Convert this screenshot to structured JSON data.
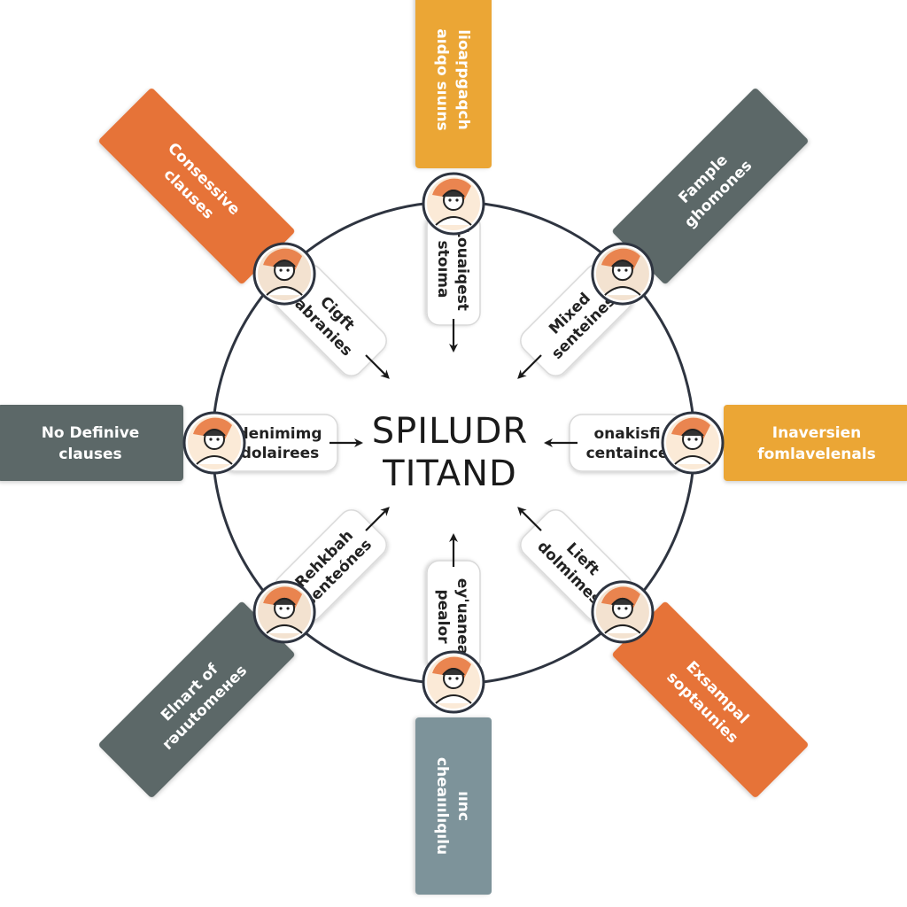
{
  "center": {
    "title_line1": "SPILUDR",
    "title_line2": "TITAND"
  },
  "colors": {
    "orange": "#E67338",
    "yellow": "#EBA636",
    "gray": "#5C6867",
    "slate": "#7D939A",
    "ring": "#2E3440",
    "arrow": "#1a1a1a"
  },
  "branches": [
    {
      "id": "top",
      "color": "yellow",
      "outer_lines": [
        "lioaṛpgaqch",
        "aıdqo sıuıns"
      ],
      "inner_lines": [
        "Louaiqest",
        "stoıma"
      ],
      "icon": "person-icon"
    },
    {
      "id": "top-right",
      "color": "gray",
      "outer_lines": [
        "Fample",
        "ghomones"
      ],
      "inner_lines": [
        "Mixed",
        "senteines"
      ],
      "icon": "person-icon"
    },
    {
      "id": "right",
      "color": "yellow",
      "outer_lines": [
        "Inaversien",
        "fomlavelenals"
      ],
      "inner_lines": [
        "onakisfi",
        "centaince"
      ],
      "icon": "person-icon"
    },
    {
      "id": "bottom-right",
      "color": "orange",
      "outer_lines": [
        "Exsampal",
        "soptaunies"
      ],
      "inner_lines": [
        "Lieft",
        "dolmimes"
      ],
      "icon": "person-icon"
    },
    {
      "id": "bottom",
      "color": "slate",
      "outer_lines": [
        "ıınс",
        "cheaııılıqılu"
      ],
      "inner_lines": [
        "ey'uanea",
        "pealor"
      ],
      "icon": "person-icon"
    },
    {
      "id": "bottom-left",
      "color": "gray",
      "outer_lines": [
        "Elnart of",
        "rəuutomeнes"
      ],
      "inner_lines": [
        "Rehkbah",
        "senteónes"
      ],
      "icon": "person-icon"
    },
    {
      "id": "left",
      "color": "gray",
      "outer_lines": [
        "No Definive",
        "clauses"
      ],
      "inner_lines": [
        "denimimg",
        "dolairees"
      ],
      "icon": "person-icon"
    },
    {
      "id": "top-left",
      "color": "orange",
      "outer_lines": [
        "Consessive",
        "clauses"
      ],
      "inner_lines": [
        "Cigft",
        "abranies"
      ],
      "icon": "person-icon"
    }
  ]
}
